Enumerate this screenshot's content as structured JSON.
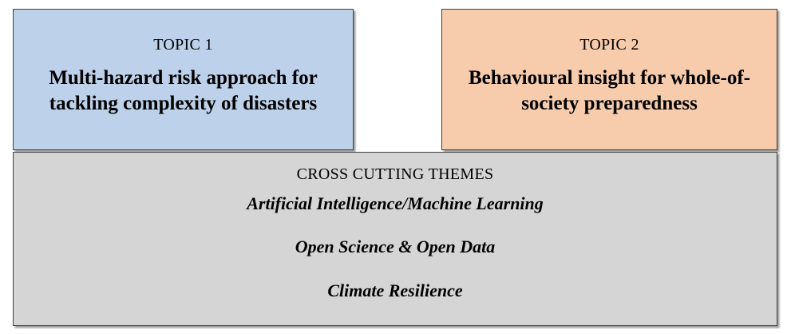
{
  "diagram": {
    "type": "block-diagram",
    "background_color": "#ffffff",
    "topics": [
      {
        "label": "TOPIC 1",
        "title": "Multi-hazard risk approach for tackling complexity of disasters",
        "fill_color": "#bdd1ea",
        "border_color": "#3f3f3f"
      },
      {
        "label": "TOPIC 2",
        "title": "Behavioural insight for whole-of-society preparedness",
        "fill_color": "#f7ccac",
        "border_color": "#3f3f3f"
      }
    ],
    "cross_cutting": {
      "heading": "CROSS CUTTING THEMES",
      "fill_color": "#d5d5d5",
      "border_color": "#3f3f3f",
      "items": [
        "Artificial Intelligence/Machine Learning",
        "Open Science & Open Data",
        "Climate Resilience"
      ]
    }
  }
}
